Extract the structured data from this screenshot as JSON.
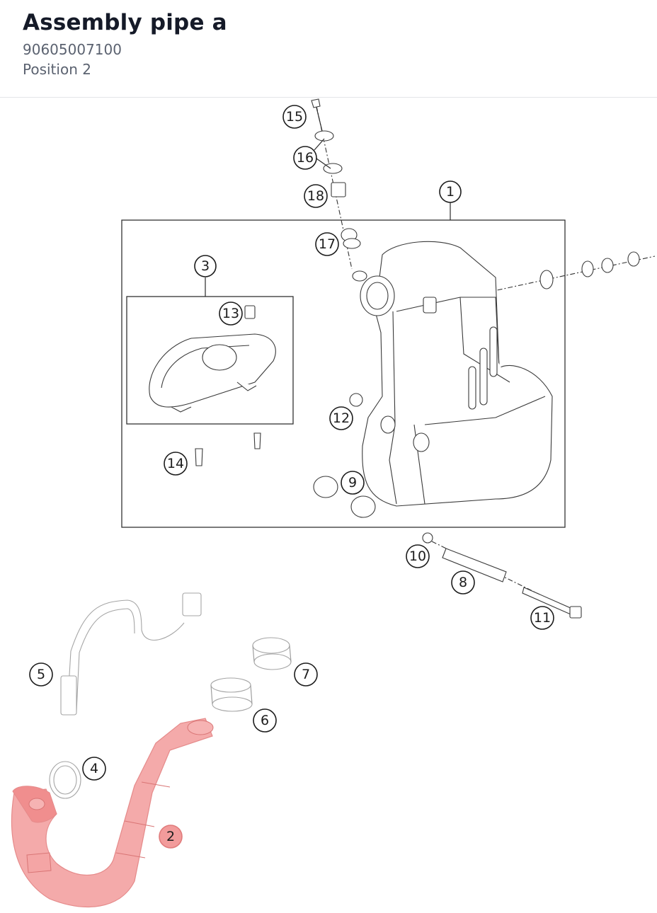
{
  "header": {
    "title": "Assembly pipe a",
    "part_number": "90605007100",
    "position": "Position 2"
  },
  "diagram": {
    "highlight_color": "#f29b9b",
    "callouts": [
      {
        "id": "c1",
        "label": "1"
      },
      {
        "id": "c2",
        "label": "2",
        "highlighted": true
      },
      {
        "id": "c3",
        "label": "3"
      },
      {
        "id": "c4",
        "label": "4"
      },
      {
        "id": "c5",
        "label": "5"
      },
      {
        "id": "c6",
        "label": "6"
      },
      {
        "id": "c7",
        "label": "7"
      },
      {
        "id": "c8",
        "label": "8"
      },
      {
        "id": "c9",
        "label": "9"
      },
      {
        "id": "c10",
        "label": "10"
      },
      {
        "id": "c11",
        "label": "11"
      },
      {
        "id": "c12",
        "label": "12"
      },
      {
        "id": "c13",
        "label": "13"
      },
      {
        "id": "c14",
        "label": "14"
      },
      {
        "id": "c15",
        "label": "15"
      },
      {
        "id": "c16",
        "label": "16"
      },
      {
        "id": "c17",
        "label": "17"
      },
      {
        "id": "c18",
        "label": "18"
      }
    ]
  }
}
